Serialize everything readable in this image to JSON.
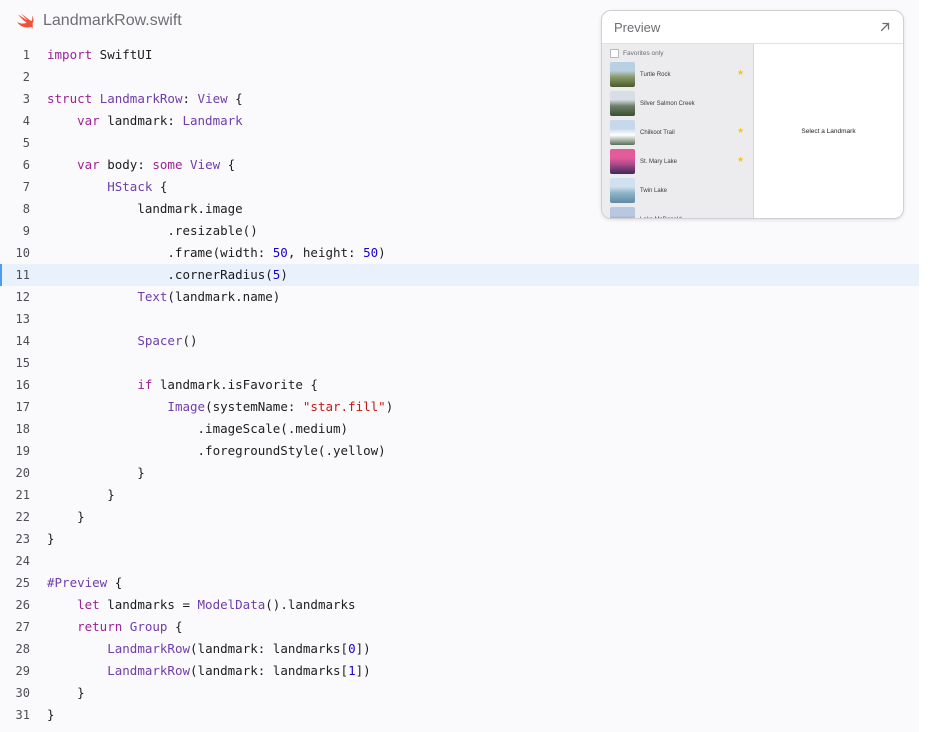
{
  "file": {
    "name": "LandmarkRow.swift",
    "icon": "swift-icon"
  },
  "code": {
    "highlighted_line": 11,
    "lines": [
      [
        {
          "t": "import",
          "c": "kw"
        },
        {
          "t": " SwiftUI"
        }
      ],
      [],
      [
        {
          "t": "struct",
          "c": "kw"
        },
        {
          "t": " "
        },
        {
          "t": "LandmarkRow",
          "c": "ty"
        },
        {
          "t": ": "
        },
        {
          "t": "View",
          "c": "ty"
        },
        {
          "t": " {"
        }
      ],
      [
        {
          "t": "    "
        },
        {
          "t": "var",
          "c": "kw"
        },
        {
          "t": " landmark: "
        },
        {
          "t": "Landmark",
          "c": "ty"
        }
      ],
      [],
      [
        {
          "t": "    "
        },
        {
          "t": "var",
          "c": "kw"
        },
        {
          "t": " body: "
        },
        {
          "t": "some",
          "c": "kw"
        },
        {
          "t": " "
        },
        {
          "t": "View",
          "c": "ty"
        },
        {
          "t": " {"
        }
      ],
      [
        {
          "t": "        "
        },
        {
          "t": "HStack",
          "c": "ty"
        },
        {
          "t": " {"
        }
      ],
      [
        {
          "t": "            landmark.image"
        }
      ],
      [
        {
          "t": "                .resizable()"
        }
      ],
      [
        {
          "t": "                .frame(width: "
        },
        {
          "t": "50",
          "c": "num"
        },
        {
          "t": ", height: "
        },
        {
          "t": "50",
          "c": "num"
        },
        {
          "t": ")"
        }
      ],
      [
        {
          "t": "                .cornerRadius("
        },
        {
          "t": "5",
          "c": "num"
        },
        {
          "t": ")"
        }
      ],
      [
        {
          "t": "            "
        },
        {
          "t": "Text",
          "c": "ty"
        },
        {
          "t": "(landmark.name)"
        }
      ],
      [],
      [
        {
          "t": "            "
        },
        {
          "t": "Spacer",
          "c": "ty"
        },
        {
          "t": "()"
        }
      ],
      [],
      [
        {
          "t": "            "
        },
        {
          "t": "if",
          "c": "kw"
        },
        {
          "t": " landmark.isFavorite {"
        }
      ],
      [
        {
          "t": "                "
        },
        {
          "t": "Image",
          "c": "ty"
        },
        {
          "t": "(systemName: "
        },
        {
          "t": "\"star.fill\"",
          "c": "str"
        },
        {
          "t": ")"
        }
      ],
      [
        {
          "t": "                    .imageScale(.medium)"
        }
      ],
      [
        {
          "t": "                    .foregroundStyle(.yellow)"
        }
      ],
      [
        {
          "t": "            }"
        }
      ],
      [
        {
          "t": "        }"
        }
      ],
      [
        {
          "t": "    }"
        }
      ],
      [
        {
          "t": "}"
        }
      ],
      [],
      [
        {
          "t": "#Preview",
          "c": "ty"
        },
        {
          "t": " {"
        }
      ],
      [
        {
          "t": "    "
        },
        {
          "t": "let",
          "c": "kw"
        },
        {
          "t": " landmarks = "
        },
        {
          "t": "ModelData",
          "c": "ty"
        },
        {
          "t": "().landmarks"
        }
      ],
      [
        {
          "t": "    "
        },
        {
          "t": "return",
          "c": "kw"
        },
        {
          "t": " "
        },
        {
          "t": "Group",
          "c": "ty"
        },
        {
          "t": " {"
        }
      ],
      [
        {
          "t": "        "
        },
        {
          "t": "LandmarkRow",
          "c": "ty"
        },
        {
          "t": "(landmark: landmarks["
        },
        {
          "t": "0",
          "c": "num"
        },
        {
          "t": "])"
        }
      ],
      [
        {
          "t": "        "
        },
        {
          "t": "LandmarkRow",
          "c": "ty"
        },
        {
          "t": "(landmark: landmarks["
        },
        {
          "t": "1",
          "c": "num"
        },
        {
          "t": "])"
        }
      ],
      [
        {
          "t": "    }"
        }
      ],
      [
        {
          "t": "}"
        }
      ]
    ]
  },
  "preview": {
    "title": "Preview",
    "expand_icon": "arrow-up-right-icon",
    "favorites_label": "Favorites only",
    "detail_placeholder": "Select a Landmark",
    "rows": [
      {
        "name": "Turtle Rock",
        "favorite": true,
        "thumb": [
          "#b9cfe2",
          "#8a9a6a",
          "#4a5a2e"
        ]
      },
      {
        "name": "Silver Salmon Creek",
        "favorite": false,
        "thumb": [
          "#d8dde6",
          "#6f7f6a",
          "#39502f"
        ]
      },
      {
        "name": "Chilkoot Trail",
        "favorite": true,
        "thumb": [
          "#c8d8ec",
          "#ffffff",
          "#5b6e5a"
        ]
      },
      {
        "name": "St. Mary Lake",
        "favorite": true,
        "thumb": [
          "#e25c9a",
          "#b04a8c",
          "#3b2a5a"
        ]
      },
      {
        "name": "Twin Lake",
        "favorite": false,
        "thumb": [
          "#cfe0ee",
          "#8fb4c8",
          "#5f8aa2"
        ]
      },
      {
        "name": "Lake McDonald",
        "favorite": false,
        "thumb": [
          "#b8c8e0",
          "#7b8fb8",
          "#4a5f88"
        ]
      }
    ],
    "star_color": "#f5c518"
  },
  "colors": {
    "keyword": "#9b2393",
    "type": "#703daa",
    "number": "#1c00cf",
    "string": "#c41a16",
    "highlight": "#e8f1fc",
    "swift": "#f05138"
  }
}
